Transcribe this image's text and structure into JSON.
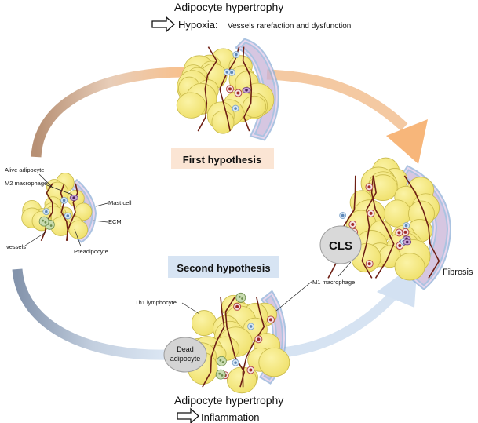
{
  "top": {
    "title": "Adipocyte hypertrophy",
    "subtitle_head": "Hypoxia:",
    "subtitle_tail": "Vessels rarefaction and dysfunction"
  },
  "hypotheses": {
    "first": "First hypothesis",
    "second": "Second hypothesis"
  },
  "left_cluster_labels": {
    "alive_adipocyte": "Alive adipocyte",
    "m2_macrophage": "M2 macrophage",
    "mast_cell": "Mast cell",
    "ecm": "ECM",
    "vessels": "vessels",
    "preadipocyte": "Preadipocyte"
  },
  "right_cluster_labels": {
    "cls": "CLS",
    "fibrosis": "Fibrosis",
    "m1_macrophage": "M1 macrophage"
  },
  "bottom_cluster_labels": {
    "th1_lymphocyte": "Th1 lymphocyte",
    "dead_line1": "Dead",
    "dead_line2": "adipocyte"
  },
  "bottom": {
    "title": "Adipocyte hypertrophy",
    "subtitle": "Inflammation"
  },
  "colors": {
    "adipocyte_fill": "#f5ea7c",
    "adipocyte_stroke": "#c8b94a",
    "vessel": "#6e1f14",
    "ecm": "#b9cde6",
    "arrow_top_left": "#c49d80",
    "arrow_top_right": "#f7c79c",
    "arrow_bottom_left": "#8e9cb3",
    "arrow_bottom_right": "#d6e3f2",
    "first_box": "#fbe5d4",
    "second_box": "#d7e4f3",
    "cls_fill": "#d9d9d9"
  }
}
